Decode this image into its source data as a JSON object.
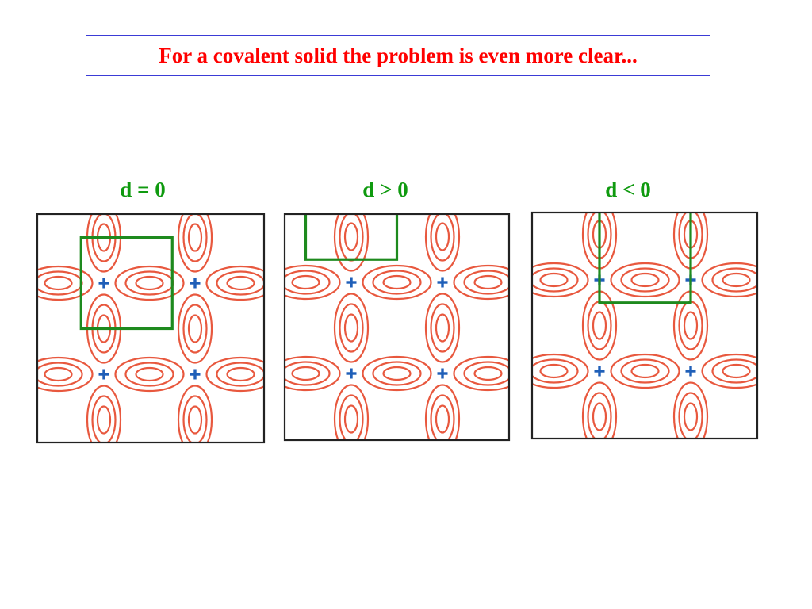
{
  "slide": {
    "title": "For a covalent solid the problem is even more clear..."
  },
  "panels": [
    {
      "label": "d = 0",
      "cell_offset": [
        0.25,
        0.0
      ]
    },
    {
      "label": "d > 0",
      "cell_offset": [
        0.0,
        -0.75
      ]
    },
    {
      "label": "d < 0",
      "cell_offset": [
        0.5,
        -0.25
      ]
    }
  ],
  "colors": {
    "title_text": "#ff0000",
    "title_border": "#3b3bd6",
    "panel_label": "#0f9a0f",
    "orbital": "#e8583e",
    "ion": "#1f5fb8",
    "unit_cell": "#1e8a1e",
    "panel_border": "#222222"
  },
  "icons": {
    "ion": "plus-icon"
  }
}
